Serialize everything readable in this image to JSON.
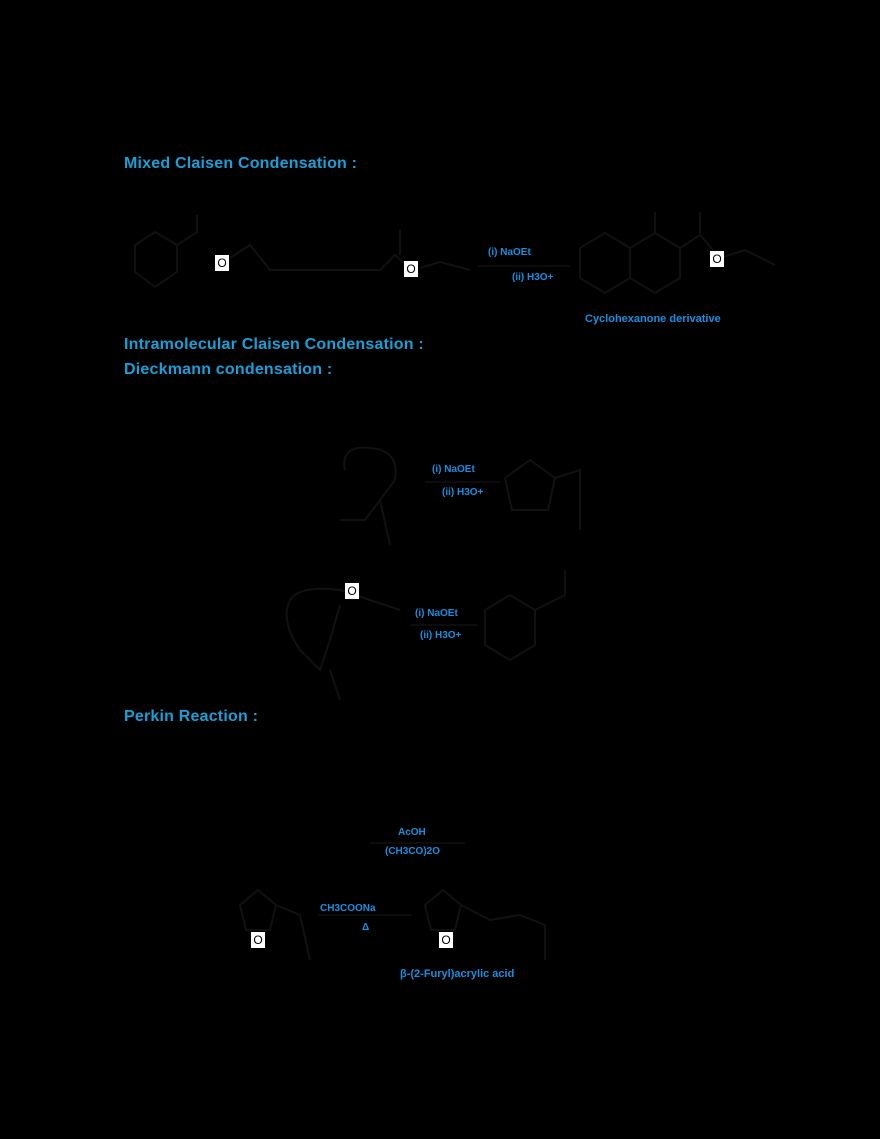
{
  "sections": [
    {
      "heading": "Mixed Claisen Condensation :",
      "reactions": [
        {
          "reagents": [
            "(i) NaOEt",
            "(ii) H3O+"
          ],
          "product_label": "Cyclohexanone derivative",
          "atoms": [
            "O",
            "O",
            "O"
          ]
        }
      ]
    },
    {
      "heading": "Intramolecular Claisen Condensation :",
      "subheading": "Dieckmann condensation :",
      "reactions": [
        {
          "reagents": [
            "(i) NaOEt",
            "(ii) H3O+"
          ]
        },
        {
          "reagents": [
            "(i) NaOEt",
            "(ii) H3O+"
          ],
          "atoms": [
            "O"
          ]
        }
      ]
    },
    {
      "heading": "Perkin Reaction :",
      "reactions": [
        {
          "reagents_top": [
            "AcOH",
            "(CH3CO)2O"
          ],
          "reagents": [
            "CH3COONa",
            "Δ"
          ],
          "product_label": "β-(2-Furyl)acrylic acid",
          "atoms": [
            "O",
            "O"
          ]
        }
      ]
    }
  ],
  "colors": {
    "heading": "#1a9fd6",
    "reagent": "#1a8fe0",
    "background": "#000000"
  }
}
